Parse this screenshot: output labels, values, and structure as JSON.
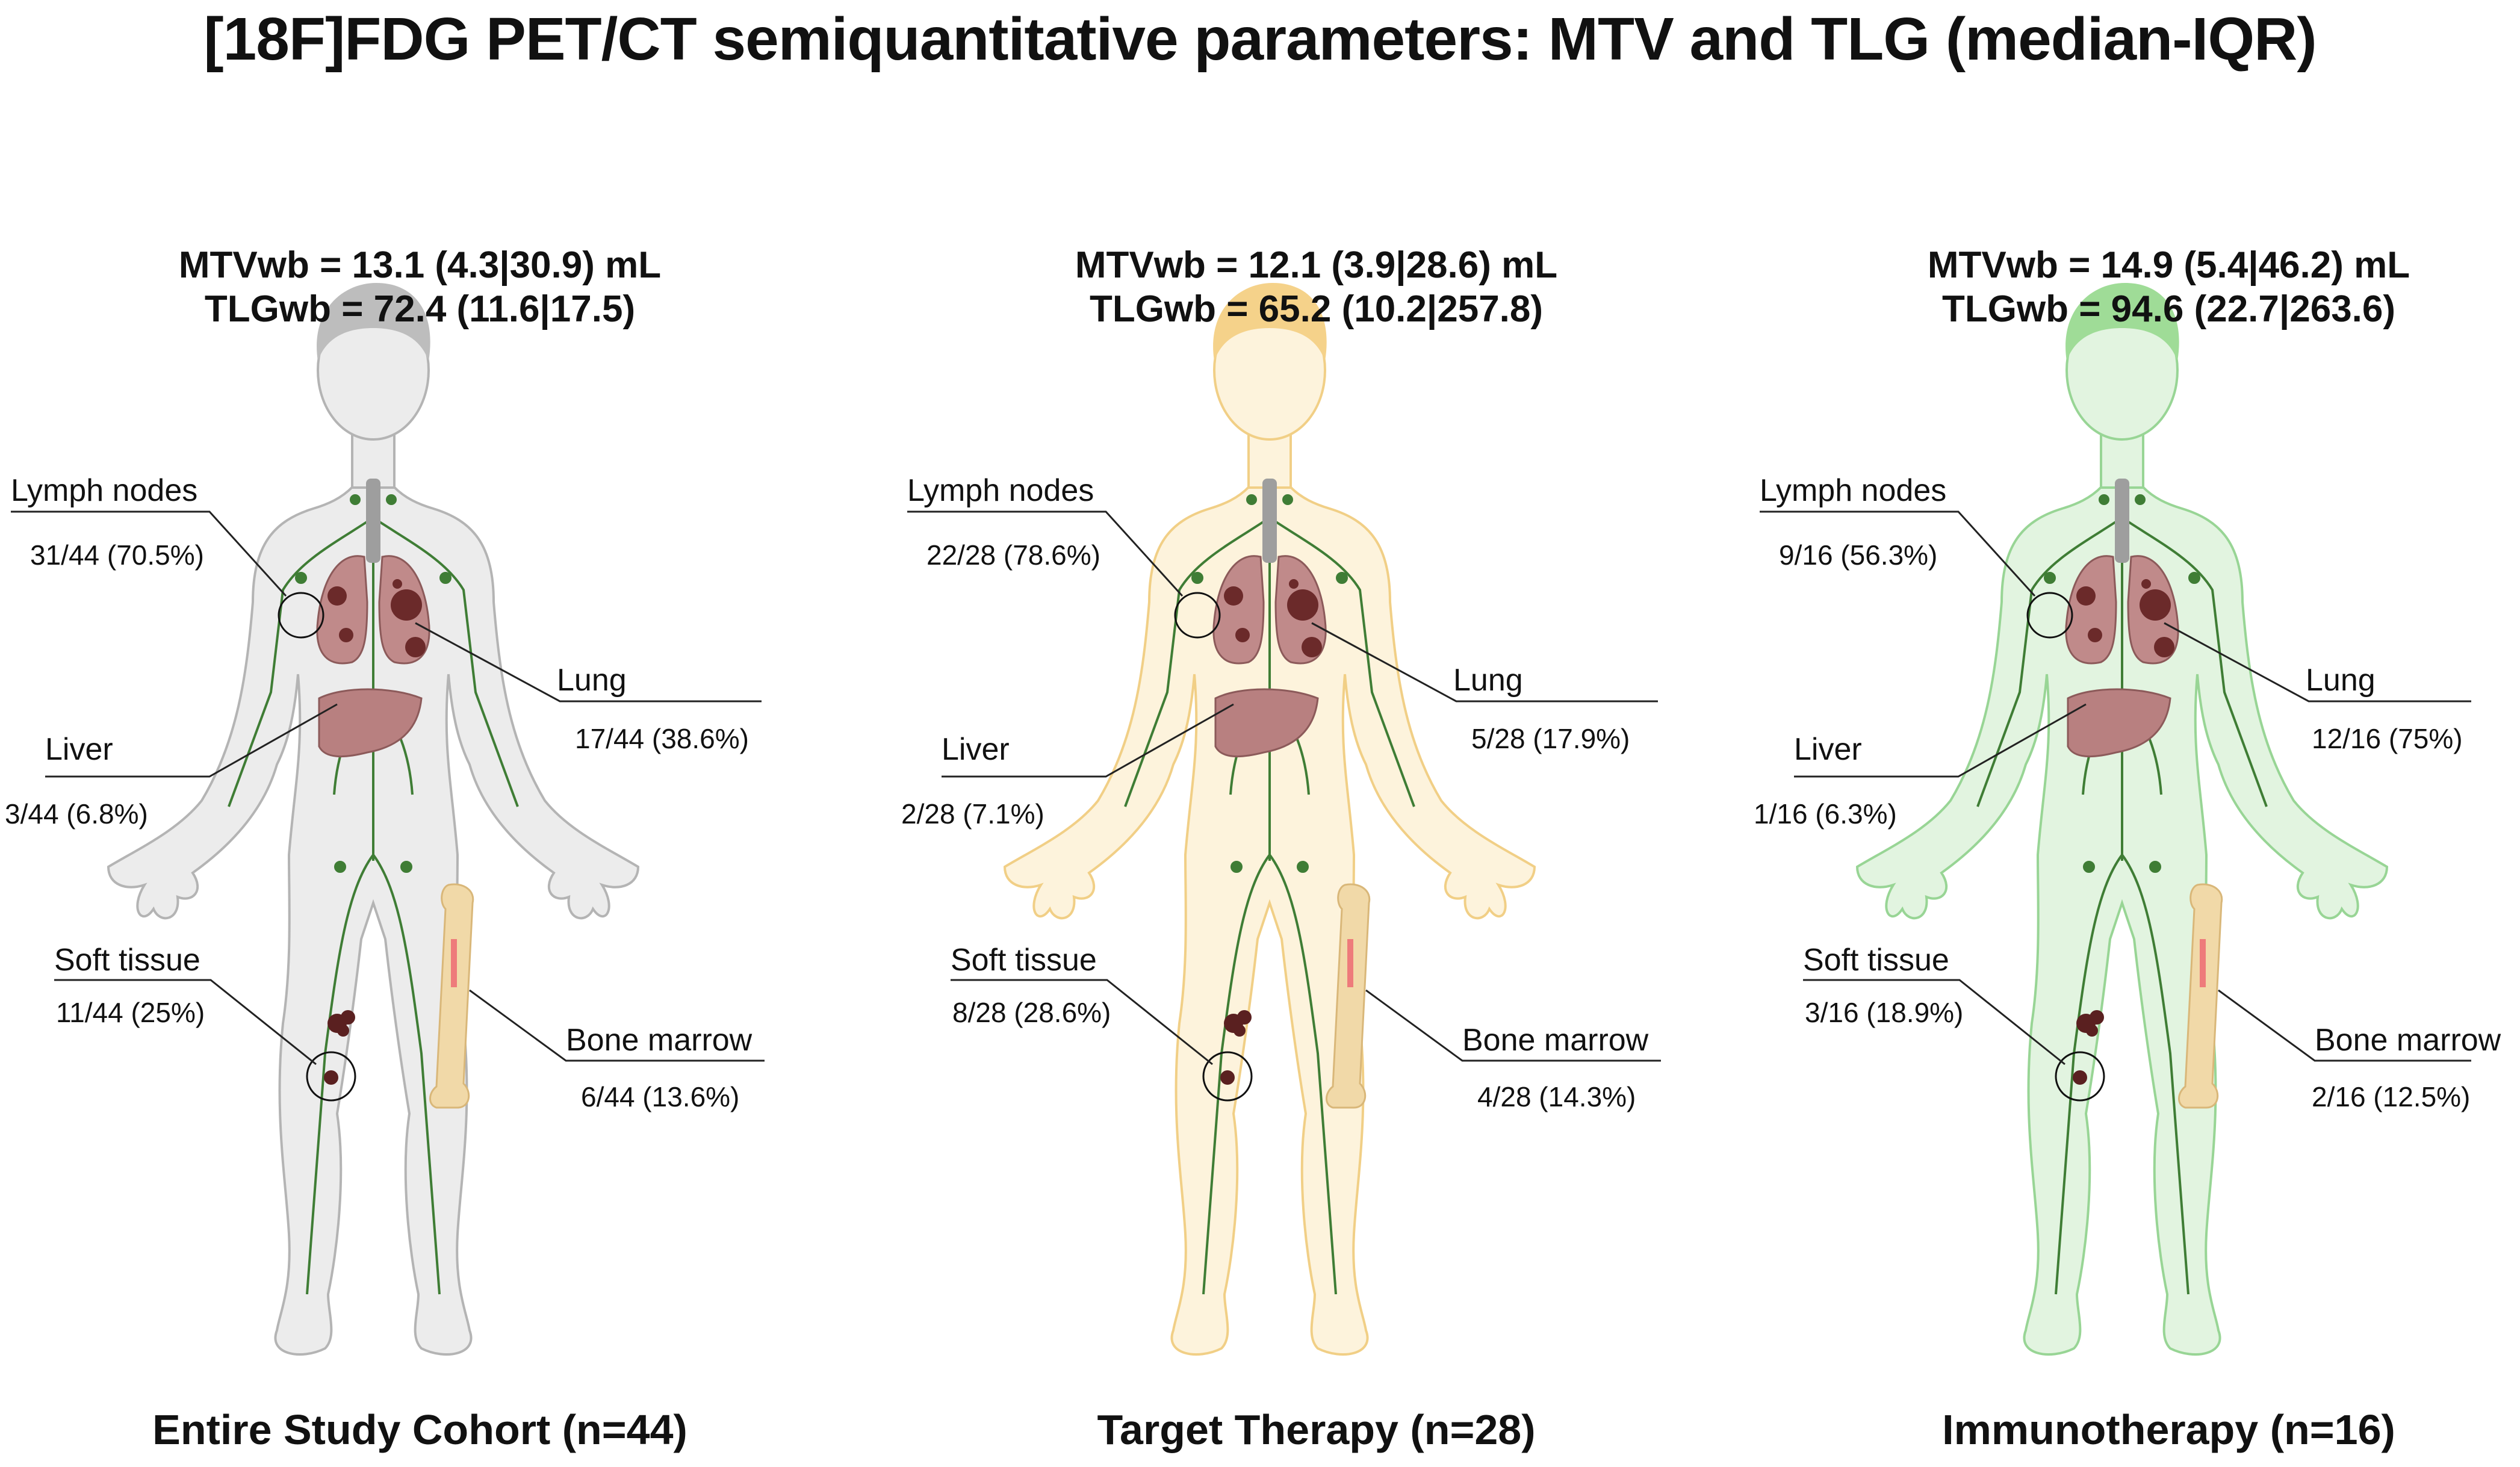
{
  "title": "[18F]FDG PET/CT semiquantitative parameters: MTV and TLG (median-IQR)",
  "panels": [
    {
      "cohort": "Entire Study Cohort (n=44)",
      "mtv": "MTVwb = 13.1 (4.3|30.9) mL",
      "tlg": "TLGwb = 72.4 (11.6|17.5)",
      "colors": {
        "fill": "#ececec",
        "stroke": "#b4b4b4",
        "hair": "#bdbdbd"
      },
      "sites": {
        "lymph_nodes": {
          "label": "Lymph nodes",
          "count": "31/44 (70.5%)"
        },
        "lung": {
          "label": "Lung",
          "count": "17/44 (38.6%)"
        },
        "liver": {
          "label": "Liver",
          "count": "3/44 (6.8%)"
        },
        "soft_tissue": {
          "label": "Soft tissue",
          "count": "11/44 (25%)"
        },
        "bone_marrow": {
          "label": "Bone marrow",
          "count": "6/44 (13.6%)"
        }
      }
    },
    {
      "cohort": "Target Therapy (n=28)",
      "mtv": "MTVwb = 12.1 (3.9|28.6) mL",
      "tlg": "TLGwb = 65.2 (10.2|257.8)",
      "colors": {
        "fill": "#fdf3dc",
        "stroke": "#f1cf86",
        "hair": "#f5d28a"
      },
      "sites": {
        "lymph_nodes": {
          "label": "Lymph nodes",
          "count": "22/28 (78.6%)"
        },
        "lung": {
          "label": "Lung",
          "count": "5/28 (17.9%)"
        },
        "liver": {
          "label": "Liver",
          "count": "2/28 (7.1%)"
        },
        "soft_tissue": {
          "label": "Soft tissue",
          "count": "8/28 (28.6%)"
        },
        "bone_marrow": {
          "label": "Bone marrow",
          "count": "4/28 (14.3%)"
        }
      }
    },
    {
      "cohort": "Immunotherapy (n=16)",
      "mtv": "MTVwb = 14.9 (5.4|46.2) mL",
      "tlg": "TLGwb = 94.6 (22.7|263.6)",
      "colors": {
        "fill": "#e2f4e0",
        "stroke": "#98d595",
        "hair": "#9fdc97"
      },
      "sites": {
        "lymph_nodes": {
          "label": "Lymph nodes",
          "count": "9/16 (56.3%)"
        },
        "lung": {
          "label": "Lung",
          "count": "12/16 (75%)"
        },
        "liver": {
          "label": "Liver",
          "count": "1/16 (6.3%)"
        },
        "soft_tissue": {
          "label": "Soft tissue",
          "count": "3/16 (18.9%)"
        },
        "bone_marrow": {
          "label": "Bone marrow",
          "count": "2/16 (12.5%)"
        }
      }
    }
  ]
}
